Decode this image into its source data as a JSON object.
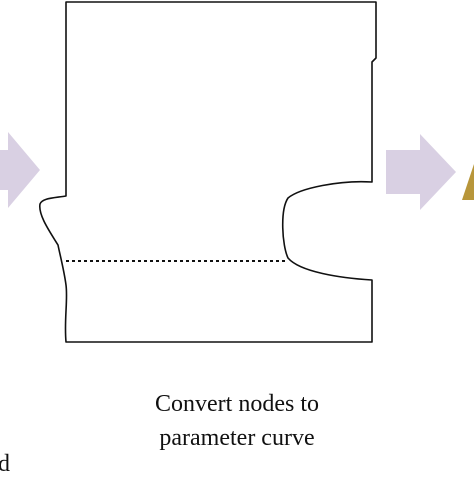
{
  "caption": {
    "line1": "Convert nodes to",
    "line2": "parameter curve"
  },
  "left_edge_fragment": "d",
  "colors": {
    "arrow": "#d9d0e3",
    "outline": "#111111",
    "partial_shape_right": "#b8963a"
  }
}
